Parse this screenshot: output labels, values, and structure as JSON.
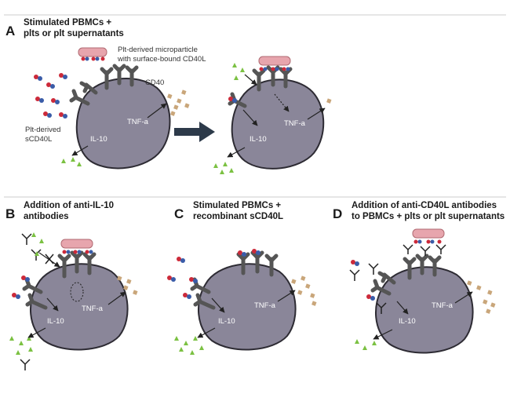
{
  "colors": {
    "cell": "#8a8699",
    "cell_stroke": "#2d2b33",
    "receptor": "#555555",
    "ligand_red": "#cc2a3a",
    "ligand_blue": "#3a5ca8",
    "il10": "#7bc142",
    "tnf": "#c9a67a",
    "microparticle": "#e7a5ad",
    "big_arrow": "#2d3a4a",
    "rule": "#cccccc"
  },
  "panels": {
    "A": {
      "letter": "A",
      "title_line1": "Stimulated PBMCs +",
      "title_line2": "plts or plt supernatants",
      "microparticle_line1": "Plt-derived microparticle",
      "microparticle_line2": "with surface-bound CD40L",
      "cd40_label": "CD40",
      "scd40l_line1": "Plt-derived",
      "scd40l_line2": "sCD40L",
      "tnf_left": "TNF-a",
      "il10_left": "IL-10",
      "tnf_right": "TNF-a",
      "il10_right": "IL-10"
    },
    "B": {
      "letter": "B",
      "title_line1": "Addition of anti-IL-10",
      "title_line2": "antibodies",
      "tnf": "TNF-a",
      "il10": "IL-10"
    },
    "C": {
      "letter": "C",
      "title_line1": "Stimulated PBMCs +",
      "title_line2": "recombinant sCD40L",
      "tnf": "TNF-a",
      "il10": "IL-10"
    },
    "D": {
      "letter": "D",
      "title_line1": "Addition of anti-CD40L  antibodies",
      "title_line2": "to PBMCs + plts or plt supernatants",
      "tnf": "TNF-a",
      "il10": "IL-10"
    }
  }
}
